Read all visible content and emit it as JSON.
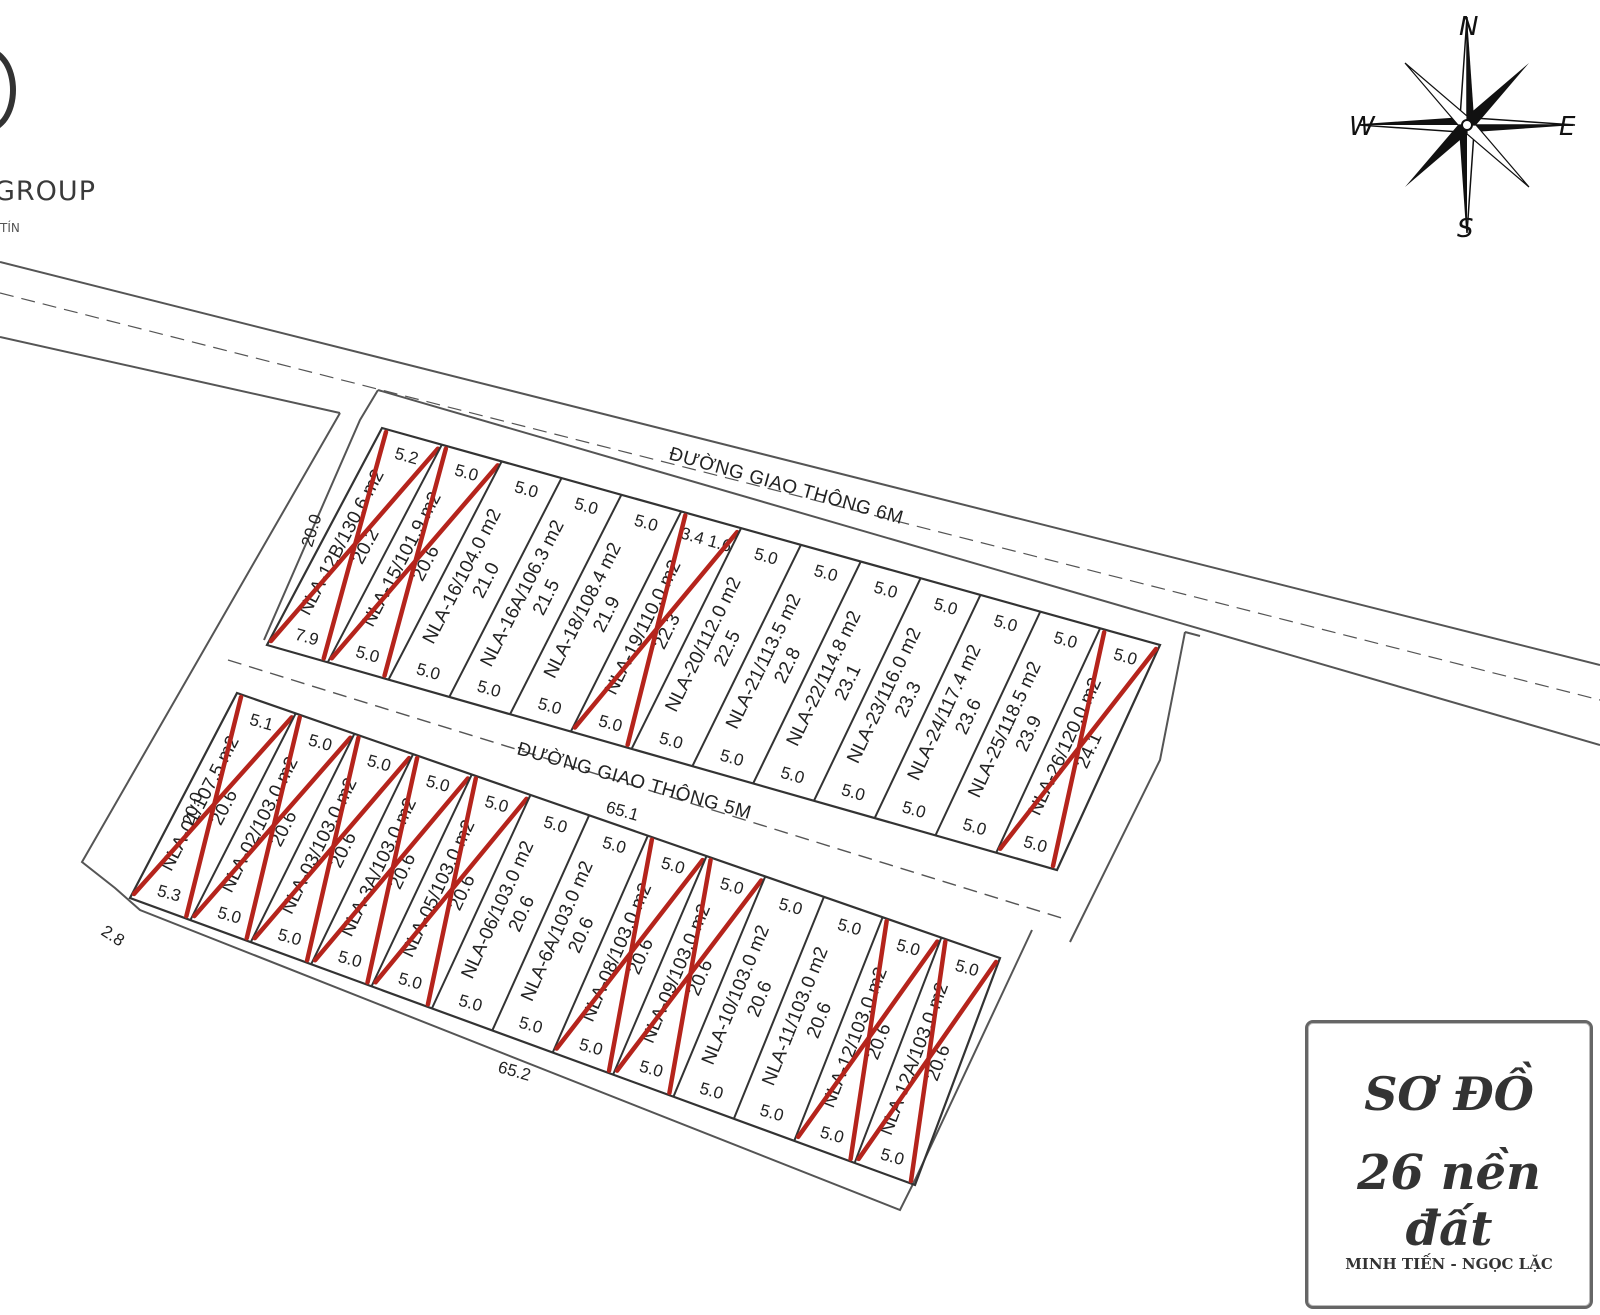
{
  "logo": {
    "name": "GROUP",
    "tagline": "TÍN"
  },
  "compass": {
    "north": "N",
    "south": "S",
    "east": "E",
    "west": "W"
  },
  "roads": {
    "road_6m": "ĐƯỜNG GIAO THÔNG 6M",
    "road_5m": "ĐƯỜNG GIAO THÔNG 5M"
  },
  "title_box": {
    "line1": "SƠ ĐỒ",
    "line2": "26 nền đất",
    "line3": "MINH TIẾN - NGỌC LẶC"
  },
  "top_row": [
    {
      "id": "NLA-12B/130.6 m2",
      "crossed": true,
      "top": "5.2",
      "bottom": "7.9",
      "depth": "20.2"
    },
    {
      "id": "NLA-15/101.9 m2",
      "crossed": true,
      "top": "5.0",
      "bottom": "5.0",
      "depth": "20.6"
    },
    {
      "id": "NLA-16/104.0 m2",
      "crossed": false,
      "top": "5.0",
      "bottom": "5.0",
      "depth": "21.0"
    },
    {
      "id": "NLA-16A/106.3 m2",
      "crossed": false,
      "top": "5.0",
      "bottom": "5.0",
      "depth": "21.5"
    },
    {
      "id": "NLA-18/108.4 m2",
      "crossed": false,
      "top": "5.0",
      "bottom": "5.0",
      "depth": "21.9"
    },
    {
      "id": "NLA-19/110.0 m2",
      "crossed": true,
      "top": "3.4 1.6",
      "bottom": "5.0",
      "depth": "22.3"
    },
    {
      "id": "NLA-20/112.0 m2",
      "crossed": false,
      "top": "5.0",
      "bottom": "5.0",
      "depth": "22.5"
    },
    {
      "id": "NLA-21/113.5 m2",
      "crossed": false,
      "top": "5.0",
      "bottom": "5.0",
      "depth": "22.8"
    },
    {
      "id": "NLA-22/114.8 m2",
      "crossed": false,
      "top": "5.0",
      "bottom": "5.0",
      "depth": "23.1"
    },
    {
      "id": "NLA-23/116.0 m2",
      "crossed": false,
      "top": "5.0",
      "bottom": "5.0",
      "depth": "23.3"
    },
    {
      "id": "NLA-24/117.4 m2",
      "crossed": false,
      "top": "5.0",
      "bottom": "5.0",
      "depth": "23.6"
    },
    {
      "id": "NLA-25/118.5 m2",
      "crossed": false,
      "top": "5.0",
      "bottom": "5.0",
      "depth": "23.9"
    },
    {
      "id": "NLA-26/120.0 m2",
      "crossed": true,
      "top": "5.0",
      "bottom": "5.0",
      "depth": "24.1"
    }
  ],
  "bottom_row": [
    {
      "id": "NLA-01/107.5 m2",
      "crossed": true,
      "top": "5.1",
      "bottom": "5.3",
      "depth": "20.6"
    },
    {
      "id": "NLA-02/103.0 m2",
      "crossed": true,
      "top": "5.0",
      "bottom": "5.0",
      "depth": "20.6"
    },
    {
      "id": "NLA-03/103.0 m2",
      "crossed": true,
      "top": "5.0",
      "bottom": "5.0",
      "depth": "20.6"
    },
    {
      "id": "NLA-3A/103.0 m2",
      "crossed": true,
      "top": "5.0",
      "bottom": "5.0",
      "depth": "20.6"
    },
    {
      "id": "NLA-05/103.0 m2",
      "crossed": true,
      "top": "5.0",
      "bottom": "5.0",
      "depth": "20.6"
    },
    {
      "id": "NLA-06/103.0 m2",
      "crossed": false,
      "top": "5.0",
      "bottom": "5.0",
      "depth": "20.6"
    },
    {
      "id": "NLA-6A/103.0 m2",
      "crossed": false,
      "top": "5.0",
      "bottom": "5.0",
      "depth": "20.6"
    },
    {
      "id": "NLA-08/103.0 m2",
      "crossed": true,
      "top": "5.0",
      "bottom": "5.0",
      "depth": "20.6"
    },
    {
      "id": "NLA-09/103.0 m2",
      "crossed": true,
      "top": "5.0",
      "bottom": "5.0",
      "depth": "20.6"
    },
    {
      "id": "NLA-10/103.0 m2",
      "crossed": false,
      "top": "5.0",
      "bottom": "5.0",
      "depth": "20.6"
    },
    {
      "id": "NLA-11/103.0 m2",
      "crossed": false,
      "top": "5.0",
      "bottom": "5.0",
      "depth": "20.6"
    },
    {
      "id": "NLA-12/103.0 m2",
      "crossed": true,
      "top": "5.0",
      "bottom": "5.0",
      "depth": "20.6"
    },
    {
      "id": "NLA-12A/103.0 m2",
      "crossed": true,
      "top": "5.0",
      "bottom": "5.0",
      "depth": "20.6"
    }
  ],
  "block_dims": {
    "top_left_depth": "20.0",
    "bottom_left_depth": "20.0",
    "road_length": "65.1",
    "bottom_length": "65.2",
    "corner": "2.8"
  },
  "colors": {
    "cross": "#b5241c",
    "line": "#333333"
  }
}
